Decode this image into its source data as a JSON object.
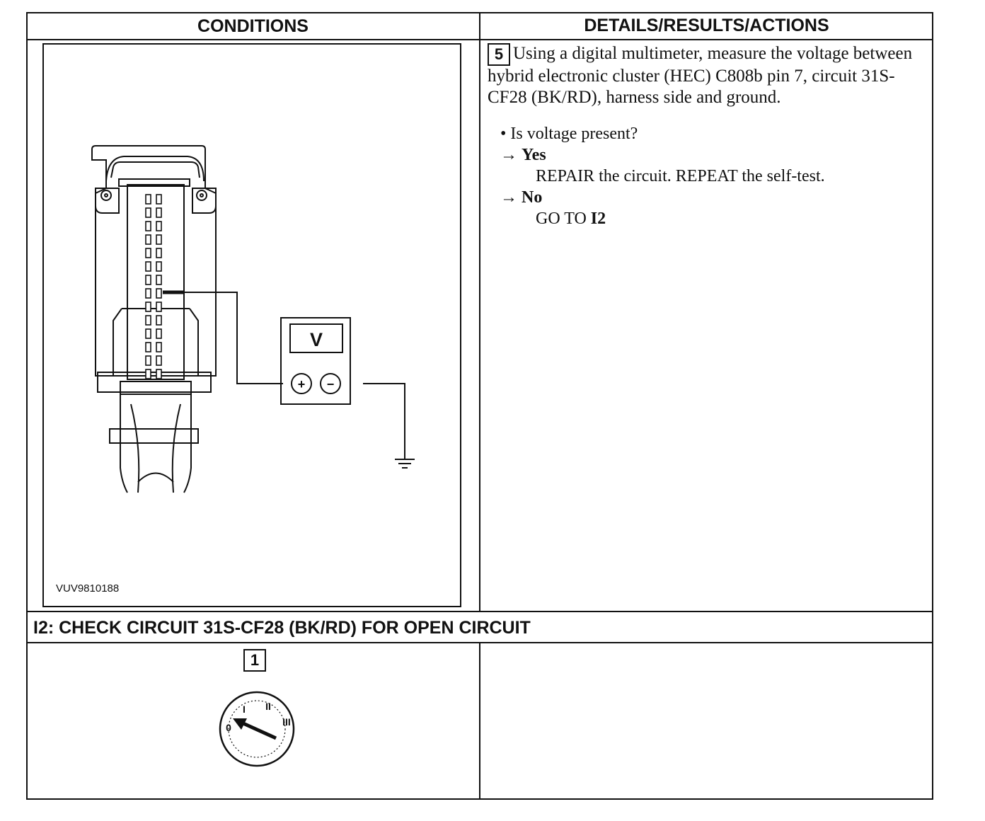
{
  "table": {
    "col_left_header": "CONDITIONS",
    "col_right_header": "DETAILS/RESULTS/ACTIONS"
  },
  "step5": {
    "number": "5",
    "instruction": "Using a digital multimeter, measure the voltage between hybrid electronic cluster (HEC) C808b pin 7, circuit 31S-CF28 (BK/RD), harness side and ground.",
    "question": "• Is voltage present?",
    "yes_arrow": "→",
    "yes_label": "Yes",
    "yes_action": "REPAIR the circuit. REPEAT the self-test.",
    "no_arrow": "→",
    "no_label": "No",
    "no_action_prefix": "GO TO ",
    "no_action_target": "I2"
  },
  "figure": {
    "code": "VUV9810188",
    "meter_label": "V",
    "plus_symbol": "+",
    "minus_symbol": "−"
  },
  "section_i2": {
    "title": "I2: CHECK CIRCUIT 31S-CF28 (BK/RD) FOR OPEN CIRCUIT",
    "step_number": "1",
    "ignition_positions": [
      "0",
      "I",
      "II",
      "III"
    ]
  }
}
